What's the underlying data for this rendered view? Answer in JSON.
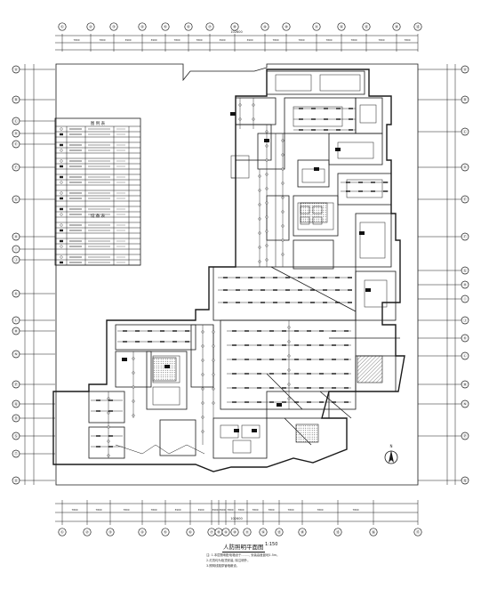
{
  "drawing": {
    "title": "人防照明平面图",
    "scale": "1:150",
    "notes": [
      "注: 1.本层照明配电箱设于........, 安装高度距地1.5m。",
      "2.灯具均为吸顶安装, 除注明外。",
      "3.照明线路穿管暗敷设。"
    ],
    "north_arrow": "N"
  },
  "grid_top": {
    "labels": [
      "①",
      "②",
      "③",
      "④",
      "⑤",
      "⑥",
      "⑦",
      "⑧",
      "⑨",
      "⑩",
      "⑪",
      "⑫",
      "⑬",
      "⑭",
      "⑮"
    ],
    "dims": [
      "7800",
      "7800",
      "3900",
      "3900",
      "7800",
      "7800",
      "3900",
      "3900",
      "7800",
      "7800",
      "7800",
      "7800",
      "7800",
      "7800"
    ],
    "total": "102600"
  },
  "grid_bottom": {
    "labels": [
      "①",
      "②",
      "③",
      "④",
      "⑤",
      "⑥",
      "⑦",
      "⑧",
      "⑨",
      "⑩",
      "⑪",
      "⑫",
      "⑬",
      "⑭",
      "⑮",
      "⑯",
      "⑰"
    ],
    "dims": [
      "7800",
      "7800",
      "7800",
      "7800",
      "3900",
      "3900",
      "3900",
      "3900",
      "7800",
      "7800",
      "7800",
      "7800",
      "7800",
      "7800",
      "7800"
    ],
    "total": "102600"
  },
  "grid_left": {
    "labels": [
      "Ⓐ",
      "Ⓑ",
      "Ⓒ",
      "Ⓓ",
      "Ⓔ",
      "Ⓕ",
      "Ⓖ",
      "Ⓗ",
      "Ⓘ",
      "Ⓙ",
      "Ⓚ",
      "Ⓛ",
      "Ⓜ",
      "Ⓝ",
      "Ⓟ",
      "Ⓠ",
      "Ⓡ",
      "Ⓢ",
      "Ⓣ",
      "Ⓤ"
    ]
  },
  "grid_right": {
    "labels": [
      "Ⓐ",
      "Ⓑ",
      "Ⓒ",
      "Ⓓ",
      "Ⓔ",
      "Ⓕ",
      "Ⓖ",
      "Ⓗ",
      "Ⓘ",
      "Ⓙ",
      "Ⓚ",
      "Ⓛ",
      "Ⓜ",
      "Ⓝ",
      "Ⓟ",
      "Ⓠ"
    ]
  },
  "legend": {
    "title": "图 例 表",
    "title2": "设 备 表"
  }
}
